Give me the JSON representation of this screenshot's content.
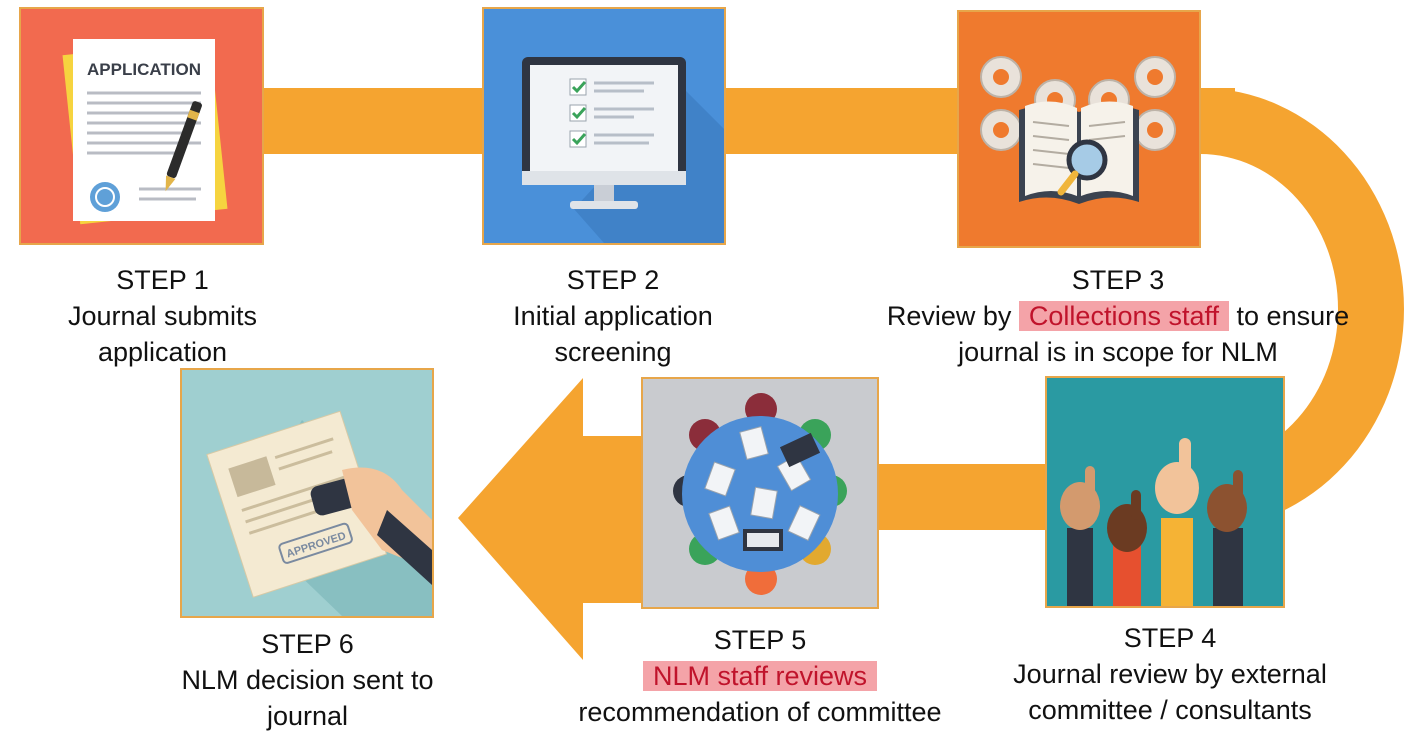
{
  "steps": [
    {
      "title": "STEP 1",
      "desc": "Journal submits\napplication",
      "icon": "application-form-icon"
    },
    {
      "title": "STEP 2",
      "desc": "Initial application\nscreening",
      "icon": "monitor-checklist-icon"
    },
    {
      "title": "STEP 3",
      "desc_before": "Review by ",
      "desc_highlight": "Collections staff",
      "desc_after": " to ensure",
      "desc_line2": "journal is in scope for NLM",
      "icon": "book-gears-magnifier-icon"
    },
    {
      "title": "STEP 4",
      "desc": "Journal review by  external\ncommittee / consultants",
      "icon": "thumbs-up-hands-icon"
    },
    {
      "title": "STEP 5",
      "desc_highlight": "NLM staff reviews",
      "desc_line2": "recommendation of committee",
      "icon": "meeting-table-icon"
    },
    {
      "title": "STEP 6",
      "desc": "NLM decision sent to\njournal",
      "icon": "approved-stamp-icon"
    }
  ],
  "form_heading": "APPLICATION",
  "stamp_text": "APPROVED",
  "colors": {
    "arrow": "#f5a430",
    "card_border": "#e7a64a",
    "step1_bg": "#f26a4f",
    "step2_bg": "#4a90d9",
    "step3_bg": "#ef7a2e",
    "step4_bg": "#2a9aa2",
    "step5_bg": "#c9cbcf",
    "step6_bg": "#9fcfd0",
    "highlight_bg": "#f4a3a8",
    "highlight_text": "#c0132b"
  }
}
